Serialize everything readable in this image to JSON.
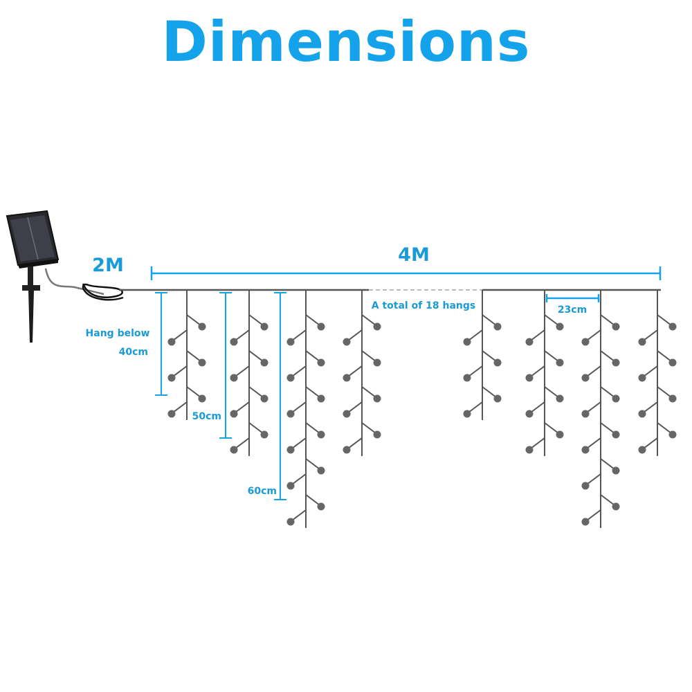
{
  "title": "Dimensions",
  "labels": {
    "cable_length": "2M",
    "string_length": "4M",
    "total_hangs": "A total of 18 hangs",
    "spacing": "23cm",
    "hang_below": "Hang below",
    "short_drop": "40cm",
    "medium_drop": "50cm",
    "long_drop": "60cm"
  },
  "colors": {
    "accent": "#14a3ea",
    "wire": "#555555",
    "bulb": "#666666"
  }
}
